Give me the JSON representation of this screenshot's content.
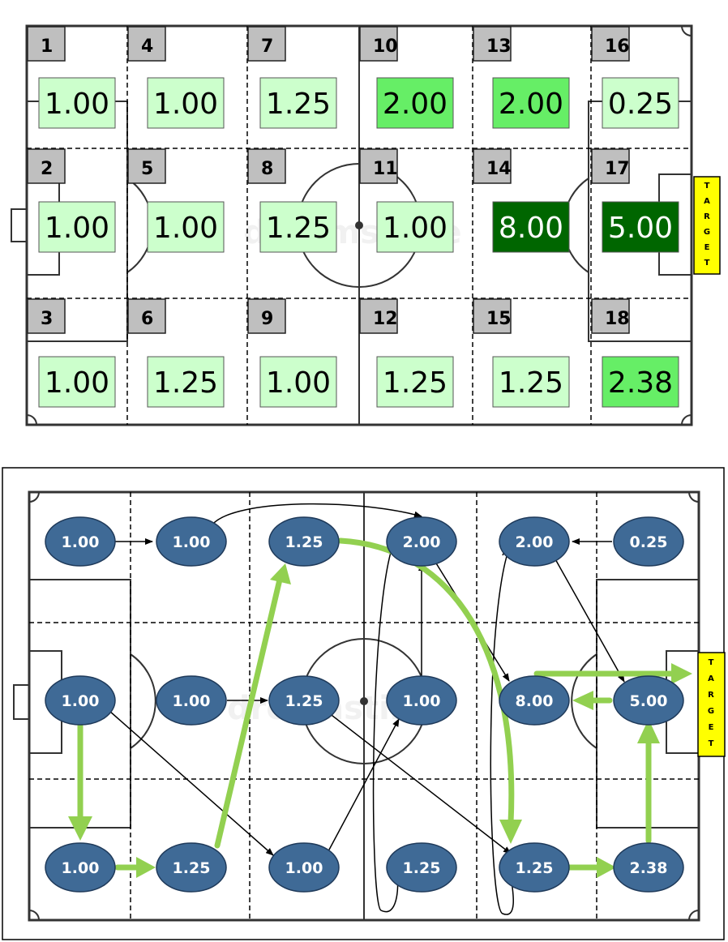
{
  "zones": [
    {
      "num": "1",
      "value": "1.00"
    },
    {
      "num": "2",
      "value": "1.00"
    },
    {
      "num": "3",
      "value": "1.00"
    },
    {
      "num": "4",
      "value": "1.00"
    },
    {
      "num": "5",
      "value": "1.00"
    },
    {
      "num": "6",
      "value": "1.25"
    },
    {
      "num": "7",
      "value": "1.25"
    },
    {
      "num": "8",
      "value": "1.25"
    },
    {
      "num": "9",
      "value": "1.00"
    },
    {
      "num": "10",
      "value": "2.00"
    },
    {
      "num": "11",
      "value": "1.00"
    },
    {
      "num": "12",
      "value": "1.25"
    },
    {
      "num": "13",
      "value": "2.00"
    },
    {
      "num": "14",
      "value": "8.00"
    },
    {
      "num": "15",
      "value": "1.25"
    },
    {
      "num": "16",
      "value": "0.25"
    },
    {
      "num": "17",
      "value": "5.00"
    },
    {
      "num": "18",
      "value": "2.38"
    }
  ],
  "target_label": "TARGET",
  "colors": {
    "low": "#ccffcc",
    "medium": "#66ee66",
    "high": "#006600",
    "node": "#3f6a96",
    "green_arrow": "#92d050",
    "target": "#ffff00"
  },
  "watermark": "dreamstime"
}
